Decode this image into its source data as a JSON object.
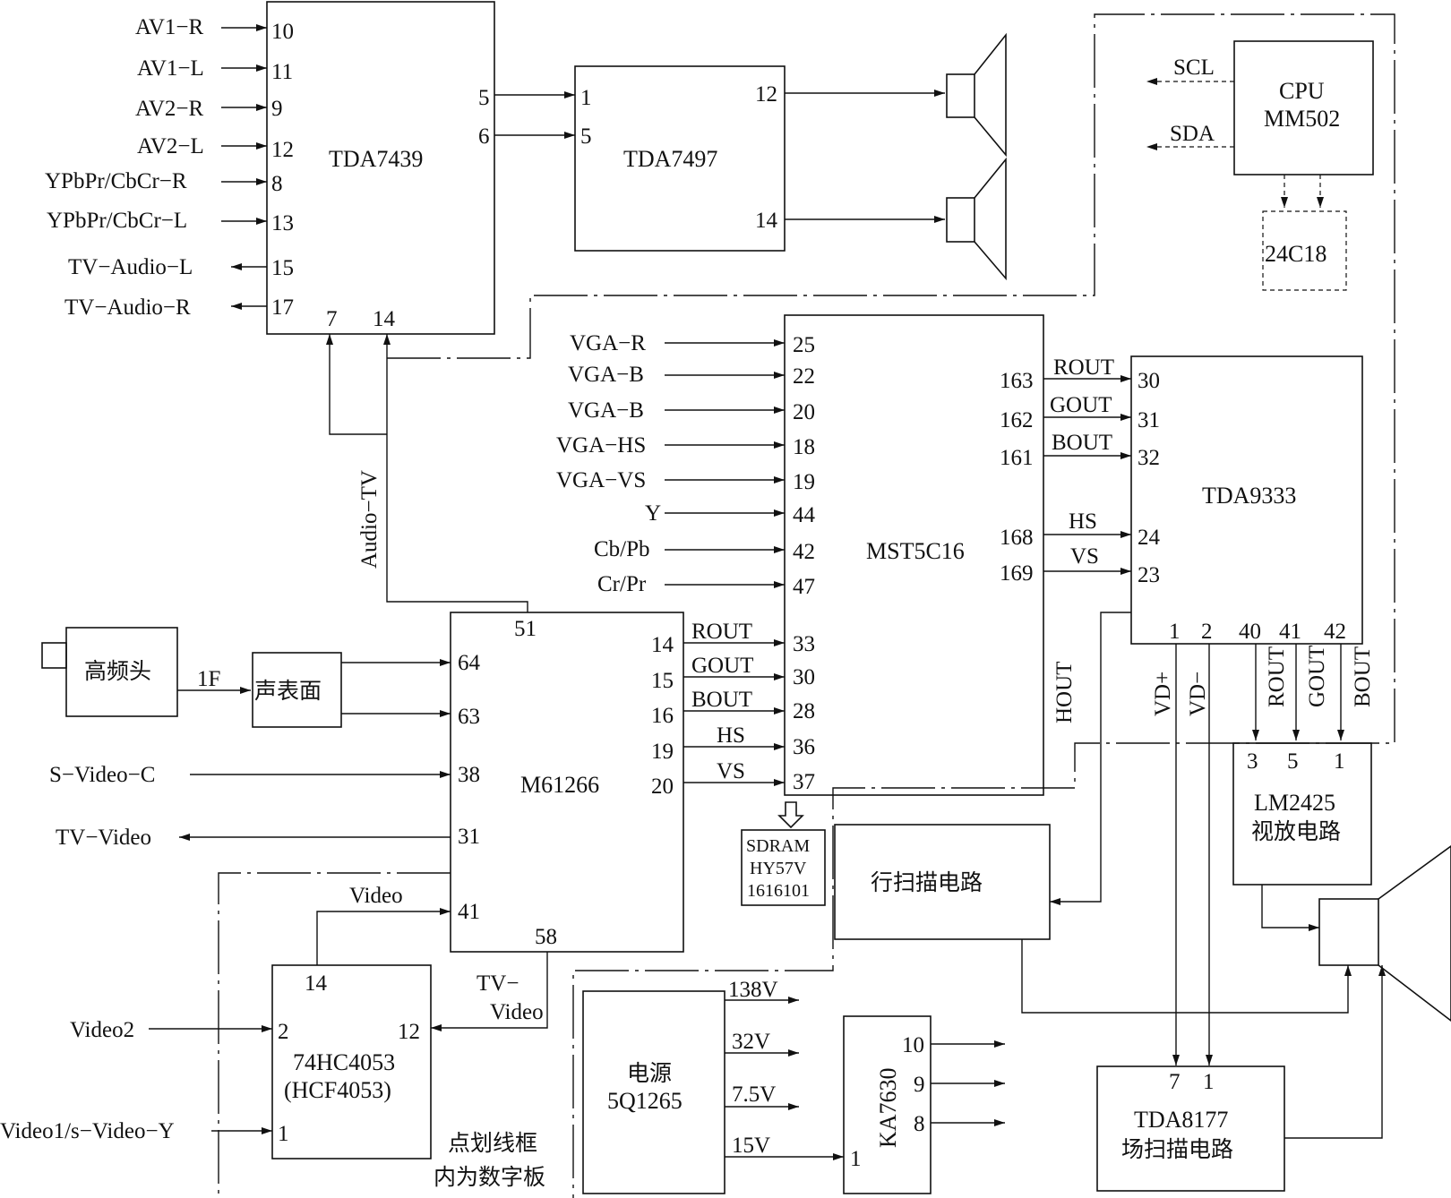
{
  "chips": {
    "tda7439": "TDA7439",
    "tda7497": "TDA7497",
    "cpu_line1": "CPU",
    "cpu_line2": "MM502",
    "eeprom": "24C18",
    "mst": "MST5C16",
    "tda9333": "TDA9333",
    "m61266": "M61266",
    "tuner": "高频头",
    "saw": "声表面",
    "sdram_l1": "SDRAM",
    "sdram_l2": "HY57V",
    "sdram_l3": "1616101",
    "hc4053_l1": "74HC4053",
    "hc4053_l2": "(HCF4053)",
    "hscan": "行扫描电路",
    "power_l1": "电源",
    "power_l2": "5Q1265",
    "ka7630": "KA7630",
    "lm2425_l1": "LM2425",
    "lm2425_l2": "视放电路",
    "tda8177_l1": "TDA8177",
    "tda8177_l2": "场扫描电路"
  },
  "signals": {
    "av1r": "AV1−R",
    "av1l": "AV1−L",
    "av2r": "AV2−R",
    "av2l": "AV2−L",
    "ypbprR": "YPbPr/CbCr−R",
    "ypbprL": "YPbPr/CbCr−L",
    "tvaudioL": "TV−Audio−L",
    "tvaudioR": "TV−Audio−R",
    "scl": "SCL",
    "sda": "SDA",
    "vgaR": "VGA−R",
    "vgaB1": "VGA−B",
    "vgaB2": "VGA−B",
    "vgaHS": "VGA−HS",
    "vgaVS": "VGA−VS",
    "y": "Y",
    "cbpb": "Cb/Pb",
    "crpr": "Cr/Pr",
    "rout": "ROUT",
    "gout": "GOUT",
    "bout": "BOUT",
    "hs": "HS",
    "vs": "VS",
    "audioTV": "Audio−TV",
    "if": "1F",
    "svideoC": "S−Video−C",
    "tvVideo": "TV−Video",
    "video": "Video",
    "tvVideo2a": "TV−",
    "tvVideo2b": "Video",
    "video2": "Video2",
    "video1": "Video1/s−Video−Y",
    "hout": "HOUT",
    "vdp": "VD+",
    "vdm": "VD−",
    "v138": "138V",
    "v32": "32V",
    "v75": "7.5V",
    "v15": "15V"
  },
  "note": {
    "line1": "点划线框",
    "line2": "内为数字板"
  },
  "pins": {
    "p10": "10",
    "p11": "11",
    "p9": "9",
    "p12": "12",
    "p8": "8",
    "p13": "13",
    "p15": "15",
    "p17": "17",
    "p7": "7",
    "p14": "14",
    "p5": "5",
    "p6": "6",
    "p1": "1",
    "p25": "25",
    "p22": "22",
    "p20": "20",
    "p18": "18",
    "p19": "19",
    "p44": "44",
    "p42": "42",
    "p47": "47",
    "p33": "33",
    "p30": "30",
    "p28": "28",
    "p36": "36",
    "p37": "37",
    "p163": "163",
    "p162": "162",
    "p161": "161",
    "p168": "168",
    "p169": "169",
    "p31": "31",
    "p32": "32",
    "p24": "24",
    "p23": "23",
    "p2": "2",
    "p40": "40",
    "p41": "41",
    "p3": "3",
    "p51": "51",
    "p64": "64",
    "p63": "63",
    "p38": "38",
    "p41b": "41",
    "p58": "58",
    "p16": "16"
  }
}
